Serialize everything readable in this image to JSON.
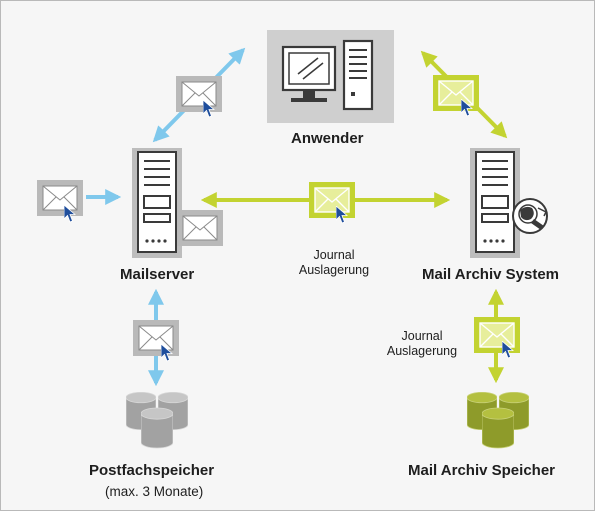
{
  "nodes": {
    "user": {
      "label": "Anwender"
    },
    "mailserver": {
      "label": "Mailserver"
    },
    "archive_system": {
      "label": "Mail Archiv System"
    },
    "mailbox_storage": {
      "label": "Postfachspeicher",
      "sublabel": "(max. 3 Monate)"
    },
    "archive_storage": {
      "label": "Mail Archiv Speicher"
    }
  },
  "edges": {
    "server_to_archive": {
      "line1": "Journal",
      "line2": "Auslagerung"
    },
    "archive_to_storage": {
      "line1": "Journal",
      "line2": "Auslagerung"
    }
  },
  "colors": {
    "blue": "#7fc8ec",
    "green": "#c3d331",
    "grey_box": "#b9b9b9",
    "cursor": "#1f4e9c",
    "storage_grey": "#a2a2a2",
    "storage_green": "#8e9b2a"
  }
}
